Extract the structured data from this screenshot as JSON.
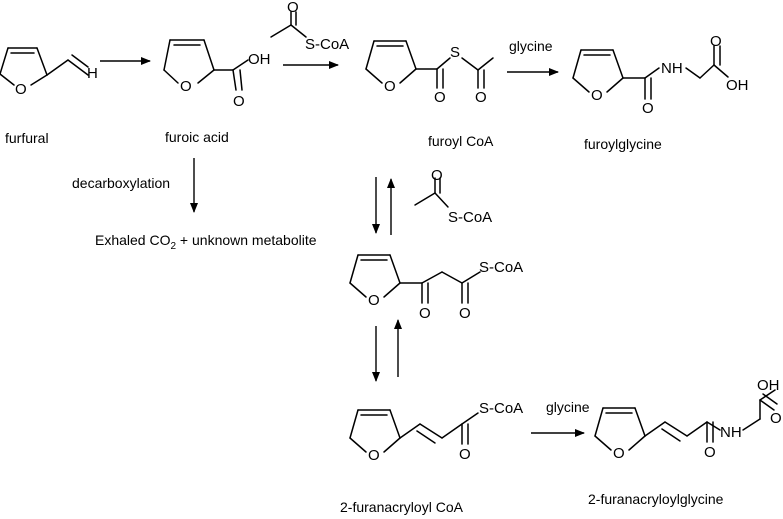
{
  "atoms": {
    "O": "O",
    "H": "H",
    "OH": "OH",
    "NH": "NH",
    "SCoA": "S-CoA",
    "S": "S"
  },
  "labels": {
    "furfural": "furfural",
    "furoic_acid": "furoic acid",
    "furoyl_coa": "furoyl CoA",
    "furoylglycine": "furoylglycine",
    "decarboxylation": "decarboxylation",
    "glycine_top": "glycine",
    "glycine_bottom": "glycine",
    "exhaled_prefix": "Exhaled CO",
    "exhaled_sub": "2",
    "exhaled_suffix": " + unknown metabolite",
    "furanacryloyl_coa": "2-furanacryloyl CoA",
    "furanacryloylglycine": "2-furanacryloylglycine"
  }
}
